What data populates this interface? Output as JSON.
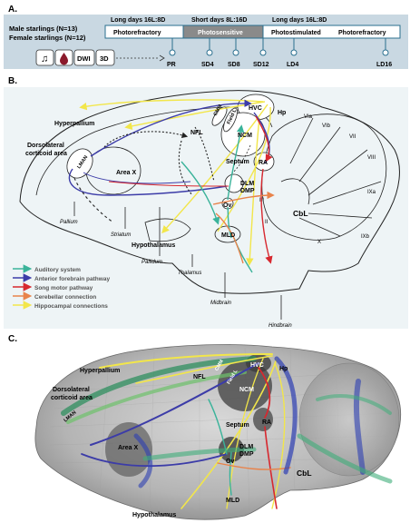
{
  "panel_labels": {
    "a": "A.",
    "b": "B.",
    "c": "C."
  },
  "cohorts": {
    "male": "Male starlings (N=13)",
    "female": "Female starlings (N=12)"
  },
  "photoperiods": {
    "long1": "Long days 16L:8D",
    "short": "Short days 8L:16D",
    "long2": "Long days 16L:8D"
  },
  "phases": [
    "Photorefractory",
    "Photosensitive",
    "Photostimulated",
    "Photorefractory"
  ],
  "timepoints": [
    "PR",
    "SD4",
    "SD8",
    "SD12",
    "LD4",
    "LD16"
  ],
  "modalities": {
    "dwi": "DWI",
    "threed": "3D"
  },
  "icons": [
    "music-note-icon",
    "blood-drop-icon"
  ],
  "regions_b": {
    "hyperpallium": "Hyperpallium",
    "dorsolateral_1": "Dorsolateral",
    "dorsolateral_2": "corticoid area",
    "nfl": "NFL",
    "cmm": "CMM",
    "field_l": "Field L",
    "hvc": "HVC",
    "hp": "Hp",
    "ncm": "NCM",
    "lman": "LMAN",
    "area_x": "Area X",
    "septum": "Septum",
    "ra": "RA",
    "dlm": "DLM",
    "dmp": "DMP",
    "ov": "Ov",
    "mld": "MLD",
    "hypothalamus": "Hypothalamus",
    "cbl": "CbL",
    "pallium": "Pallium",
    "striatum": "Striatum",
    "pallidum": "Pallidum",
    "thalamus": "Thalamus",
    "midbrain": "Midbrain",
    "hindbrain": "Hindbrain",
    "cerebellar_lobules": [
      "VIa",
      "VIb",
      "VII",
      "VIII",
      "IXa",
      "IXb",
      "X",
      "III",
      "II"
    ]
  },
  "legend": [
    {
      "label": "Auditory system",
      "color": "#3ab39a"
    },
    {
      "label": "Anterior forebrain pathway",
      "color": "#3c3ca8"
    },
    {
      "label": "Song motor pathway",
      "color": "#d7282f"
    },
    {
      "label": "Cerebellar connection",
      "color": "#e8834b"
    },
    {
      "label": "Hippocampal connections",
      "color": "#f2e64a"
    }
  ],
  "regions_c": {
    "hyperpallium": "Hyperpallium",
    "dorsolateral_1": "Dorsolateral",
    "dorsolateral_2": "corticoid area",
    "nfl": "NFL",
    "cmm": "CMM",
    "field_l": "Field L",
    "hvc": "HVC",
    "hp": "Hp",
    "ncm": "NCM",
    "lman": "LMAN",
    "area_x": "Area X",
    "septum": "Septum",
    "ra": "RA",
    "dlm": "DLM",
    "dmp": "DMP",
    "ov": "Ov",
    "mld": "MLD",
    "cbl": "CbL",
    "hypothalamus": "Hypothalamus"
  },
  "colors": {
    "header_bg": "#c9d8e2",
    "bar_border": "#2a6f8f",
    "bar_highlight": "#8a8a8a",
    "arrow_blue": "#2a6f8f",
    "bg_c": "#ffffff"
  }
}
